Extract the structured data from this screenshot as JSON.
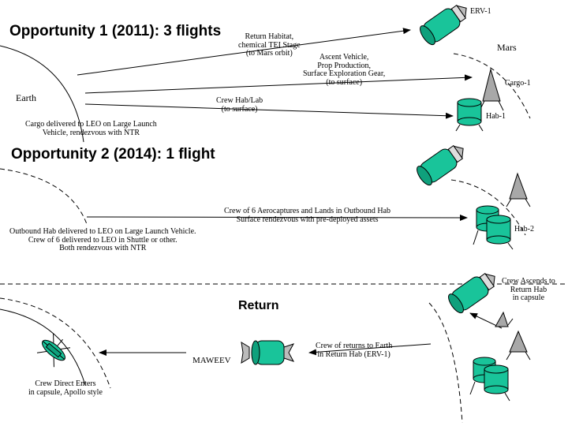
{
  "sections": {
    "opportunity1_title": "Opportunity 1 (2011):  3 flights",
    "opportunity2_title": "Opportunity 2 (2014):  1 flight",
    "return_title": "Return"
  },
  "bodies": {
    "earth": "Earth",
    "mars": "Mars"
  },
  "vehicles": {
    "erv1": "ERV-1",
    "cargo1": "Cargo-1",
    "hab1": "Hab-1",
    "hab2": "Hab-2",
    "mawe_ev": "MAWEEV"
  },
  "annotations": {
    "return_habitat": "Return Habitat,\nchemical TEI Stage\n(to Mars orbit)",
    "ascent_vehicle": "Ascent Vehicle,\nProp Production,\nSurface Exploration Gear,\n(to surface)",
    "crew_hab_lab": "Crew Hab/Lab\n(to surface)",
    "cargo_delivered": "Cargo delivered to LEO on Large Launch\nVehicle, rendezvous with NTR",
    "crew_aerocaptures": "Crew of 6 Aerocaptures and Lands in Outbound Hab\nSurface rendezvous with pre-deployed assets",
    "outbound_hab": "Outbound Hab delivered to LEO on Large Launch Vehicle.\nCrew of 6 delivered to LEO in Shuttle or other.\nBoth rendezvous with NTR",
    "crew_ascends": "Crew Ascends to\nReturn Hab\nin capsule",
    "crew_returns": "Crew of returns to Earth\nin Return Hab (ERV-1)",
    "crew_direct_enters": "Crew Direct Enters\nin capsule, Apollo style"
  },
  "colors": {
    "module_fill": "#19c49a",
    "module_stroke": "#000000",
    "cargo_fill": "#a8a8a8",
    "background": "#ffffff"
  }
}
